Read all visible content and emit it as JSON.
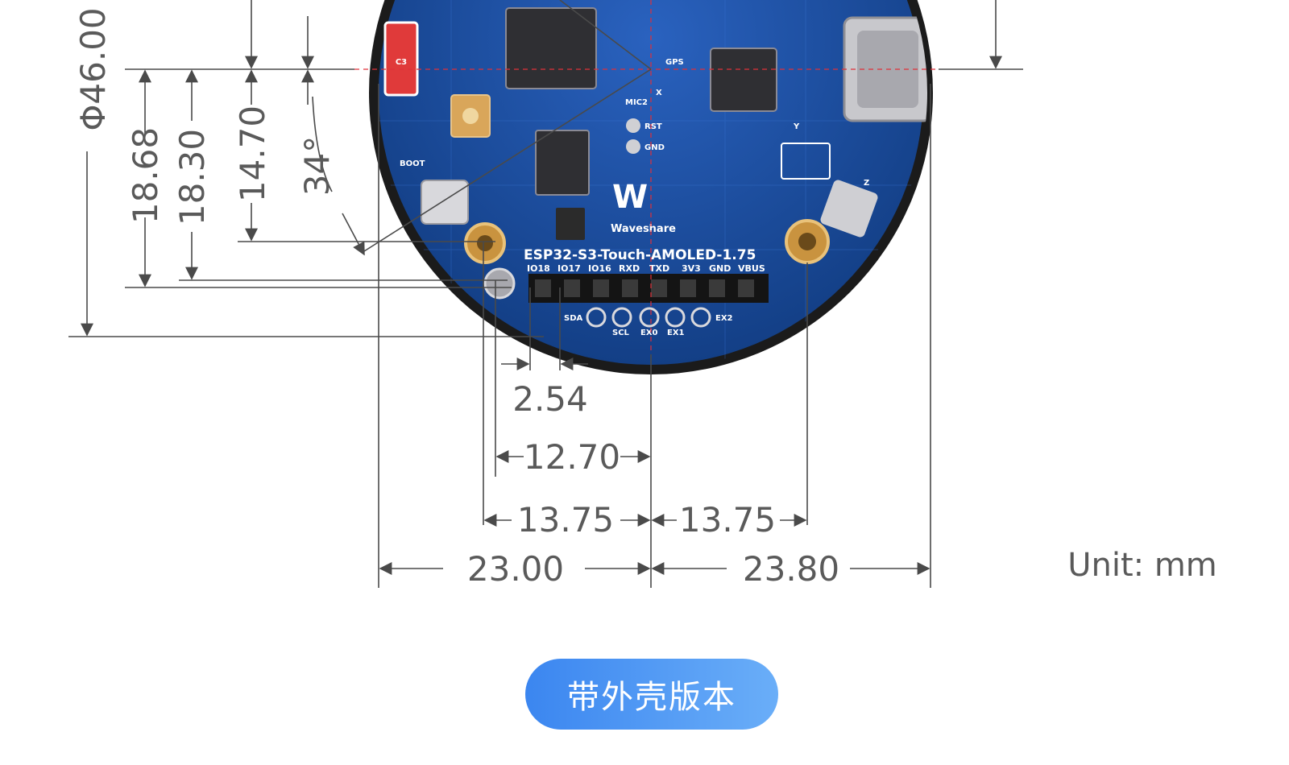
{
  "dimensions": {
    "diameter": "Φ46.00",
    "d1868": "18.68",
    "d1830": "18.30",
    "d1470": "14.70",
    "angle": "34°",
    "pitch": "2.54",
    "d1270": "12.70",
    "d1375_left": "13.75",
    "d1375_right": "13.75",
    "d2300": "23.00",
    "d2380": "23.80"
  },
  "unit_label": "Unit: mm",
  "board": {
    "title": "ESP32-S3-Touch-AMOLED-1.75",
    "brand": "Waveshare",
    "pins": [
      "IO18",
      "IO17",
      "IO16",
      "RXD",
      "TXD",
      "3V3",
      "GND",
      "VBUS"
    ],
    "pads": [
      "SDA",
      "SCL",
      "EX0",
      "EX1",
      "EX2"
    ],
    "buttons": [
      "BOOT",
      "RST",
      "GND"
    ],
    "labels": [
      "GPS",
      "MIC2",
      "X",
      "Y",
      "Z",
      "C3"
    ]
  },
  "version_button": "带外壳版本",
  "colors": {
    "board": "#1a4fa0",
    "button": "#4a97f4",
    "dim_text": "#5a5a5a"
  }
}
